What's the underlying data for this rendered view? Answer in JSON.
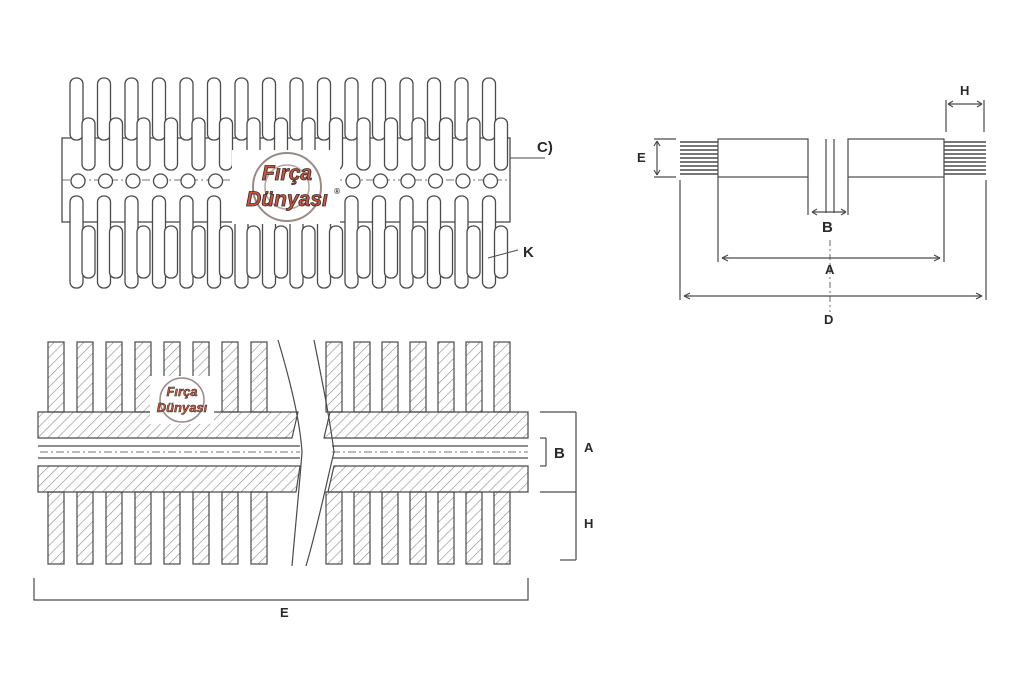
{
  "brand": {
    "line1": "Fırça",
    "line2": "Dünyası",
    "mark": "®"
  },
  "top_left": {
    "callout_c": "C)",
    "callout_k": "K"
  },
  "right_diagram": {
    "label_e": "E",
    "label_h": "H",
    "label_b": "B",
    "label_a": "A",
    "label_d": "D"
  },
  "bottom_left": {
    "label_b": "B",
    "label_a": "A",
    "label_h": "H",
    "label_e": "E"
  },
  "colors": {
    "ink": "#4a4a4a",
    "hatch": "#8a8a8a",
    "logo_red": "#c8553d",
    "logo_dark": "#3a2a26"
  }
}
